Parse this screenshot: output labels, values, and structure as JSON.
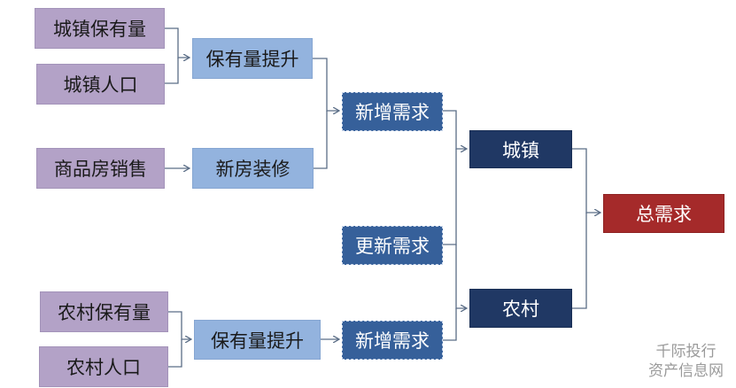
{
  "colors": {
    "input": "#b3a2c7",
    "intermediate": "#93b3de",
    "demand": "#36609a",
    "region": "#203864",
    "total": "#a52a2a",
    "connector": "#5a6d86"
  },
  "nodes": {
    "urban_stock": "城镇保有量",
    "urban_population": "城镇人口",
    "housing_sales": "商品房销售",
    "stock_increase_urban": "保有量提升",
    "new_house_decoration": "新房装修",
    "new_demand_urban": "新增需求",
    "replacement_demand": "更新需求",
    "urban": "城镇",
    "rural": "农村",
    "total_demand": "总需求",
    "rural_stock": "农村保有量",
    "rural_population": "农村人口",
    "stock_increase_rural": "保有量提升",
    "new_demand_rural": "新增需求"
  },
  "watermark": {
    "line1": "千际投行",
    "line2": "资产信息网"
  }
}
